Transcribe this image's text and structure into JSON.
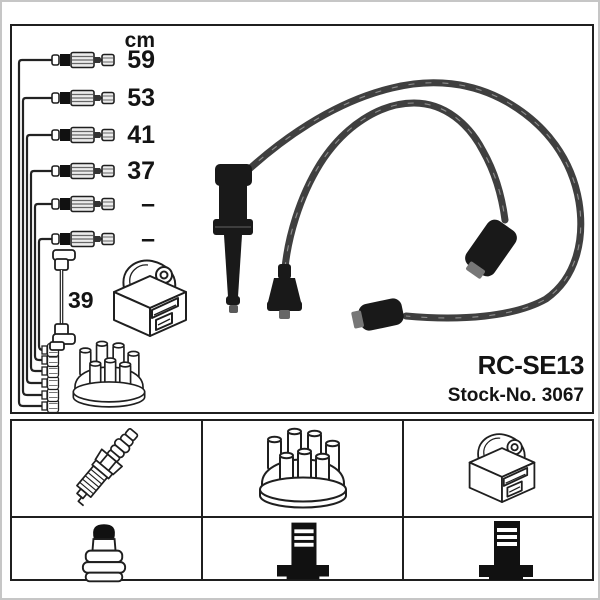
{
  "sheet": {
    "unit_label": "cm",
    "cable_lengths": [
      {
        "value": "59"
      },
      {
        "value": "53"
      },
      {
        "value": "41"
      },
      {
        "value": "37"
      },
      {
        "value": "–"
      },
      {
        "value": "–"
      }
    ],
    "coil_lead_length": "39",
    "product": {
      "code": "RC-SE13",
      "stock": "Stock-No. 3067"
    },
    "diagram_icons": [
      {
        "name": "ignition-lead-set-schematic"
      },
      {
        "name": "coil-lead-schematic"
      },
      {
        "name": "ignition-coil-drawing"
      },
      {
        "name": "distributor-cap-drawing"
      },
      {
        "name": "ignition-lead-photo"
      }
    ],
    "legend_grid": {
      "row1": [
        {
          "icon": "spark-plug"
        },
        {
          "icon": "distributor-cap"
        },
        {
          "icon": "ignition-coil"
        }
      ],
      "row2": [
        {
          "icon": "spark-plug-boot-connector"
        },
        {
          "icon": "distributor-tower-connector"
        },
        {
          "icon": "distributor-tower-connector"
        }
      ]
    },
    "colors": {
      "line_art": "#1f1f1f",
      "cable_photo": "#3f3f3f",
      "boot_black": "#191919",
      "background": "#ffffff",
      "outer_frame": "#c6c6c6"
    }
  }
}
